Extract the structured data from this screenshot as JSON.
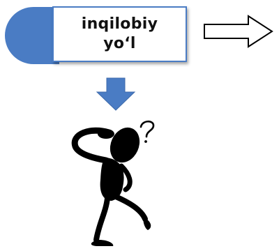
{
  "diagram": {
    "label_lines": [
      "inqilobiy",
      "yo‘l"
    ],
    "colors": {
      "accent": "#4a7cc4",
      "box_border": "#4a7cc4",
      "figure": "#000000"
    },
    "icons": {
      "left_shape": "blue-half-disc",
      "right_arrow": "outlined-right-arrow",
      "down_arrow": "blue-down-arrow",
      "figure": "confused-thinking-person-icon"
    }
  }
}
